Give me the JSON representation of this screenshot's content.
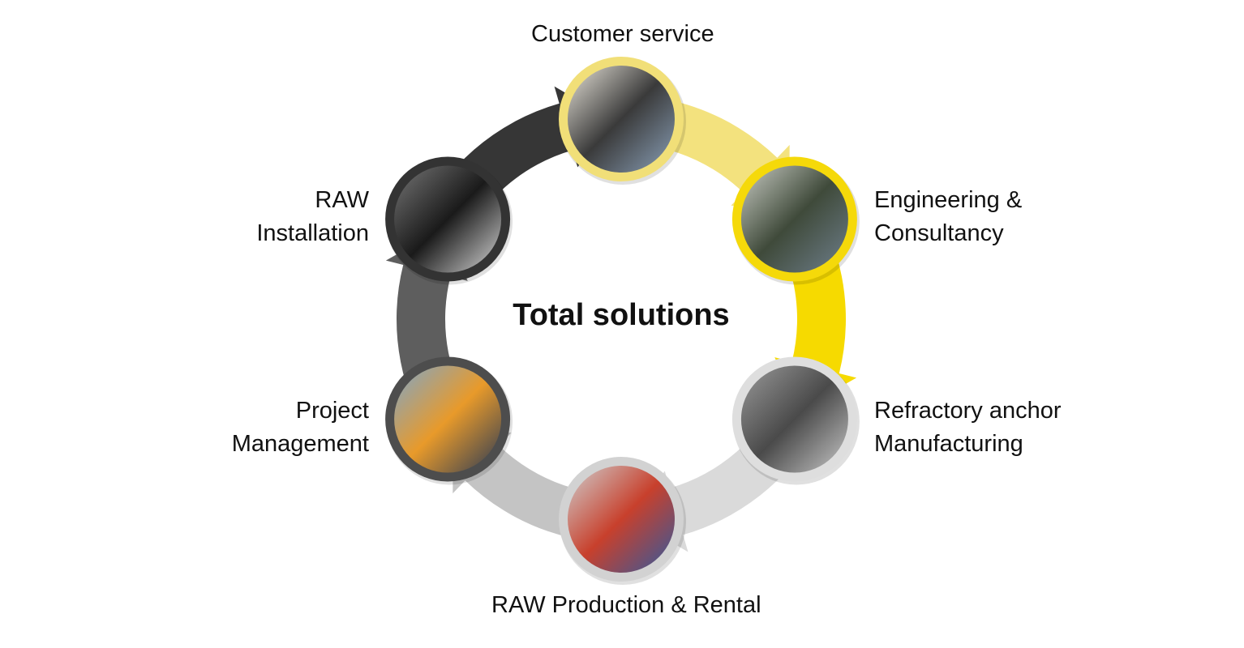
{
  "title": "Total solutions",
  "nodes": [
    {
      "id": "customer-service",
      "lines": [
        "Customer service"
      ],
      "ring": "#f1df78",
      "photo": [
        "#e8e4da",
        "#3a3a3a",
        "#8aa0b8"
      ]
    },
    {
      "id": "engineering",
      "lines": [
        "Engineering &",
        "Consultancy"
      ],
      "ring": "#f5d90a",
      "photo": [
        "#c9ccc4",
        "#3f4a3a",
        "#6f7f8c"
      ]
    },
    {
      "id": "refractory",
      "lines": [
        "Refractory anchor",
        "Manufacturing"
      ],
      "ring": "#dedede",
      "photo": [
        "#9a9a9a",
        "#4a4a4a",
        "#c8c8c8"
      ]
    },
    {
      "id": "raw-production",
      "lines": [
        "RAW Production & Rental"
      ],
      "ring": "#d2d2d2",
      "photo": [
        "#cfcfcf",
        "#c8402c",
        "#2f5aa0"
      ]
    },
    {
      "id": "project-management",
      "lines": [
        "Project",
        "Management"
      ],
      "ring": "#4d4d4d",
      "photo": [
        "#7fa6c9",
        "#e89a2a",
        "#2b3a55"
      ]
    },
    {
      "id": "raw-installation",
      "lines": [
        "RAW",
        "Installation"
      ],
      "ring": "#333333",
      "photo": [
        "#777777",
        "#1a1a1a",
        "#d8d8d8"
      ]
    }
  ],
  "arrows": [
    {
      "from": "customer-service",
      "to": "engineering",
      "color": "#f3e27e"
    },
    {
      "from": "engineering",
      "to": "refractory",
      "color": "#f6da00"
    },
    {
      "from": "refractory",
      "to": "raw-production",
      "color": "#dadada"
    },
    {
      "from": "raw-production",
      "to": "project-management",
      "color": "#c4c4c4"
    },
    {
      "from": "project-management",
      "to": "raw-installation",
      "color": "#5e5e5e"
    },
    {
      "from": "raw-installation",
      "to": "customer-service",
      "color": "#363636"
    }
  ]
}
